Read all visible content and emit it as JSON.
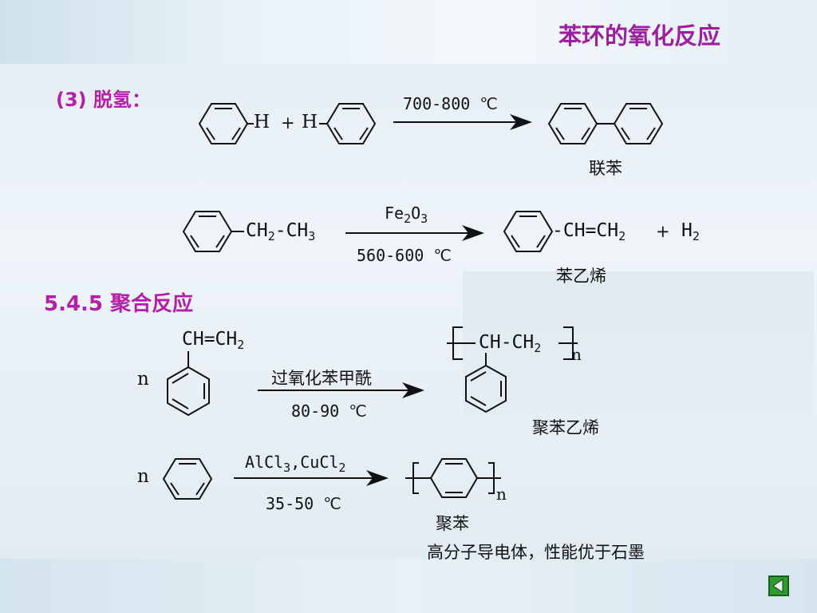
{
  "slide": {
    "title": "苯环的氧化反应",
    "section_dehydrogenation": "(3) 脱氢：",
    "section_polymerization": "5.4.5 聚合反应"
  },
  "reactions": {
    "r1": {
      "h1": "H",
      "plus": "+",
      "h2": "H",
      "condition": "700-800 ℃",
      "product_name": "联苯"
    },
    "r2": {
      "reactant_ch2": "CH",
      "reactant_sub2": "2",
      "reactant_ch3": "-CH",
      "reactant_sub3": "3",
      "catalyst_fe": "Fe",
      "catalyst_sub2": "2",
      "catalyst_o": "O",
      "catalyst_sub3": "3",
      "condition": "560-600 ℃",
      "product": "-CH=CH",
      "product_sub": "2",
      "plus": "+",
      "h": "H",
      "h_sub": "2",
      "product_name": "苯乙烯"
    },
    "r3": {
      "n": "n",
      "vinyl": "CH=CH",
      "vinyl_sub": "2",
      "reagent": "过氧化苯甲酰",
      "condition": "80-90 ℃",
      "polymer_unit": "CH-CH",
      "polymer_sub": "2",
      "polymer_n": "n",
      "product_name": "聚苯乙烯"
    },
    "r4": {
      "n": "n",
      "catalyst": "AlCl",
      "catalyst_sub1": "3",
      "catalyst_mid": ",CuCl",
      "catalyst_sub2": "2",
      "condition": "35-50 ℃",
      "polymer_n": "n",
      "product_name": "聚苯",
      "note": "高分子导电体，性能优于石墨"
    }
  },
  "nav": {
    "next_icon": "play-triangle-icon",
    "colors": {
      "button": "#2f9a2f"
    }
  }
}
